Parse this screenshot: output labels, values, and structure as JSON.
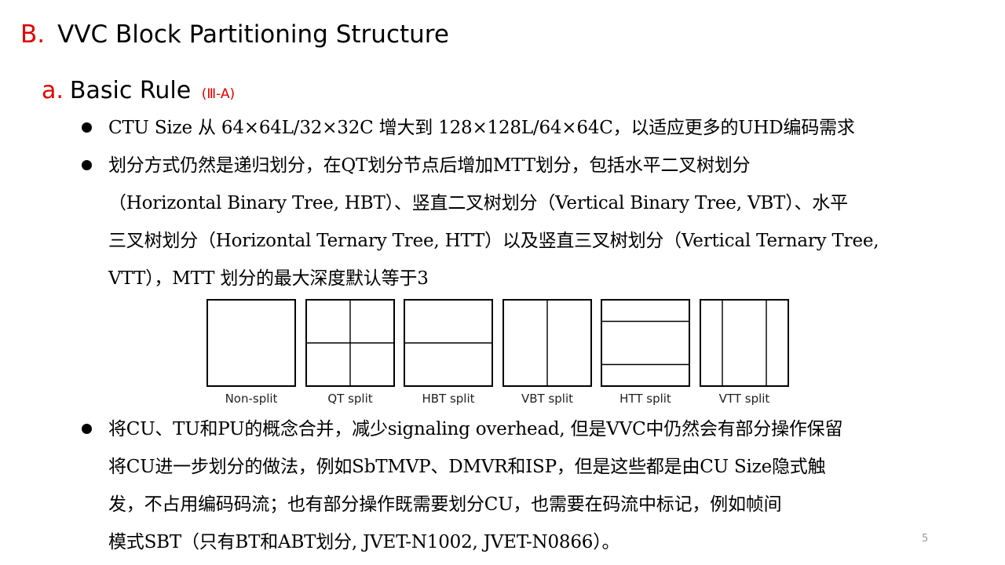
{
  "title": {
    "marker": "B.",
    "text": "VVC Block Partitioning Structure"
  },
  "subtitle": {
    "marker": "a.",
    "text": "Basic Rule",
    "tag": "(Ⅲ-A)"
  },
  "bullets": [
    {
      "lines": [
        "CTU Size 从 64×64L/32×32C 增大到 128×128L/64×64C，以适应更多的UHD编码需求"
      ]
    },
    {
      "lines": [
        "划分方式仍然是递归划分，在QT划分节点后增加MTT划分，包括水平二叉树划分",
        "（Horizontal Binary Tree, HBT）、竖直二叉树划分（Vertical Binary Tree, VBT）、水平",
        "三叉树划分（Horizontal Ternary Tree, HTT）以及竖直三叉树划分（Vertical Ternary Tree,",
        "VTT），MTT 划分的最大深度默认等于3"
      ]
    },
    {
      "lines": [
        "将CU、TU和PU的概念合并，减少signaling overhead, 但是VVC中仍然会有部分操作保留",
        "将CU进一步划分的做法，例如SbTMVP、DMVR和ISP，但是这些都是由CU Size隐式触",
        "发，不占用编码码流；也有部分操作既需要划分CU，也需要在码流中标记，例如帧间",
        "模式SBT（只有BT和ABT划分, JVET-N1002, JVET-N0866）。"
      ]
    }
  ],
  "figure": {
    "captions": [
      "Non-split",
      "QT split",
      "HBT split",
      "VBT split",
      "HTT split",
      "VTT split"
    ]
  },
  "page_number": "5",
  "colors": {
    "accent": "#e00000",
    "text": "#000000",
    "page_number": "#9a9a9a"
  }
}
